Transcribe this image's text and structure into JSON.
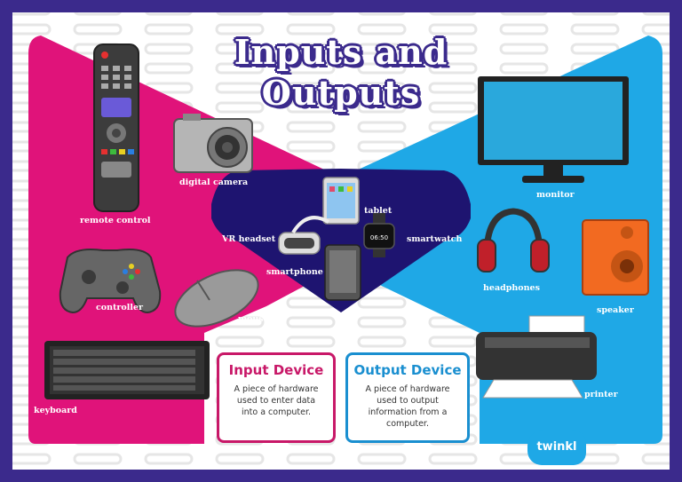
{
  "title": {
    "line1": "Inputs and",
    "line2": "Outputs"
  },
  "input_devices": {
    "remote_control": "remote control",
    "digital_camera": "digital camera",
    "controller": "controller",
    "mouse": "mouse",
    "keyboard": "keyboard"
  },
  "both_devices": {
    "tablet": "tablet",
    "vr_headset": "VR headset",
    "smartwatch": "smartwatch",
    "smartphone": "smartphone",
    "watch_time": "06:50"
  },
  "output_devices": {
    "monitor": "monitor",
    "headphones": "headphones",
    "speaker": "speaker",
    "printer": "printer"
  },
  "input_card": {
    "heading": "Input Device",
    "line1": "A piece of hardware",
    "line2": "used to enter data",
    "line3": "into a computer."
  },
  "output_card": {
    "heading": "Output Device",
    "line1": "A piece of hardware",
    "line2": "used to output",
    "line3": "information from a",
    "line4": "computer."
  },
  "logo": {
    "text": "twinkl"
  },
  "colors": {
    "border": "#3b2a8c",
    "input": "#e0137a",
    "output": "#1fa8e6",
    "both": "#1e1470",
    "input_heading": "#c81868",
    "output_heading": "#1a8fd0"
  }
}
